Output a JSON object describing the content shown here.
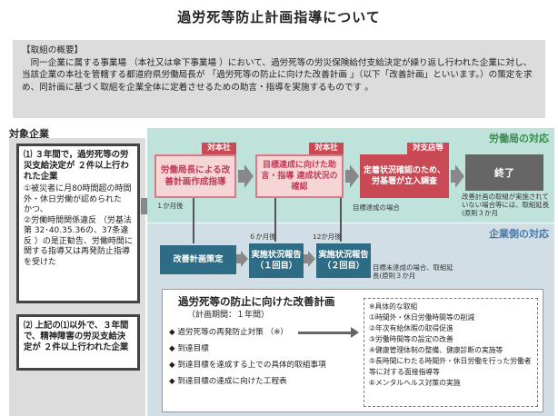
{
  "title": "過労死等防止計画指導について",
  "overview": {
    "heading": "【取組の概要】",
    "text": "同一企業に属する事業場 （本社又は傘下事業場 ）において、過労死等の労災保険給付支給決定が繰り返し行われた企業に対し、当該企業の本社を管轄する都道府県労働局長が 「過労死等の防止に向けた改善計画 」（以下「改善計画」といいます。）の策定を求め、同計画に基づく取組を企業全体に定着させるための助言・指導を実施するものです 。"
  },
  "target": {
    "heading": "対象企業",
    "cond1_title": "⑴ ３年間で，過労死等の労災支給決定が ２件以上行われた企業",
    "cond1_item1": "①被災者に月80時間超の時間外・休日労働が認められた",
    "cond1_or": "かつ、",
    "cond1_item2": "②労働時間関係違反 （労基法第 32･40.35.36の、37条違反 ）の是正勧告、労働時間に関する指導又は再発防止指導を受けた",
    "cond2_title": "⑵ 上記の⑴以外で、３年間で、精神障害の労災支給決定が ２件以上行われた企業"
  },
  "labour_bureau": {
    "band_label": "労働局の対応",
    "step1_tag": "対本社",
    "step1_text": "労働局長による改善計画作成指導",
    "step2_tag": "対本社",
    "step2_text": "目標達成に向けた助言・指導 達成状況の確認",
    "step3_tag": "対支店等",
    "step3_text": "定着状況確認のため、労基署が立入調査",
    "end_label": "終了",
    "note_achieved": "目標達成の場合",
    "note_not_fixed": "改善計画の取組が実施されていない場合等には、取組延長(原則３か月"
  },
  "company": {
    "band_label": "企業側の対応",
    "after_1m": "１か月後",
    "after_6m": "６か月後",
    "after_12m": "12か月後",
    "plan_box": "改善計画策定",
    "report1": "実施状況報告（１回目）",
    "report2": "実施状況報告（２回目）",
    "note_not_achieved": "目標未達成の場合、取組延長(原則３か月"
  },
  "plan": {
    "title": "過労死等の防止に向けた改善計画",
    "period": "（計画期間：１年間）",
    "items": [
      "◆ 過労死等の再発防止対策 （※）",
      "◆ 到達目標",
      "◆ 到達目標を達成する上での具体的取組事項",
      "◆ 到達目標の達成に向けた工程表"
    ],
    "examples_heading": "※具体的な取組",
    "examples": [
      "①時間外・休日労働時間等の削減",
      "②年次有給休暇の取得促進",
      "③労働時間等の設定の改善",
      "④健康管理体制の整備、健康診断の実施等",
      "⑤長時間にわたる時間外・休日労働を行った労働者等に対する面接指導等",
      "⑥メンタルヘルス対策の実施"
    ]
  },
  "colors": {
    "green_band": "#bfe3da",
    "blue_band": "#d1dee6",
    "red": "#c94a55",
    "teal": "#2e6c85"
  }
}
